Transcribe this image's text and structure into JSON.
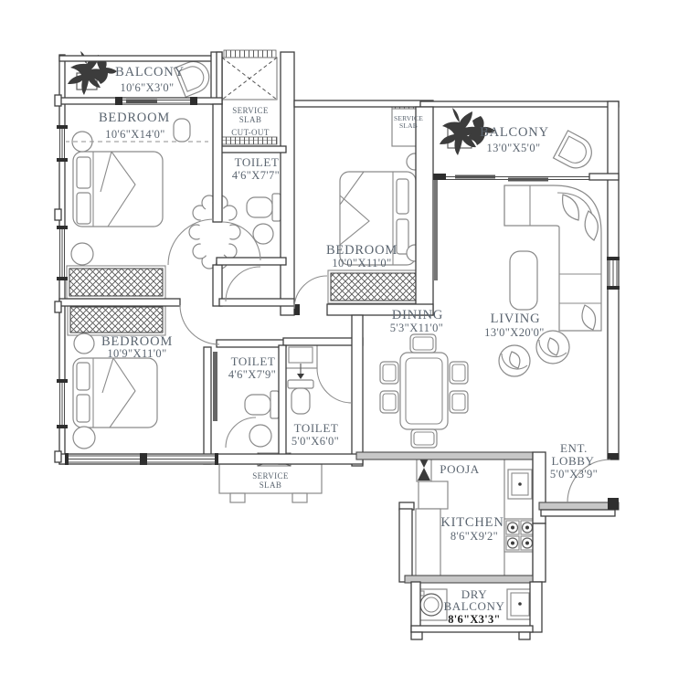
{
  "title": "apartment-floor-plan",
  "colors": {
    "wall_stroke": "#3f3f3f",
    "wall_fill_gray": "#c7c7c7",
    "furniture_stroke": "#8a8a8a",
    "label_text": "#5b6570",
    "dark_dims_text": "#1e1e1e",
    "background": "#ffffff"
  },
  "rooms": {
    "balcony_top_left": {
      "name": "BALCONY",
      "dims": "10'6\"X3'0\""
    },
    "bedroom_top_left": {
      "name": "BEDROOM",
      "dims": "10'6\"X14'0\""
    },
    "service_slab_cutout": {
      "line1": "SERVICE",
      "line2": "SLAB",
      "line3": "CUT-OUT"
    },
    "toilet_top": {
      "name": "TOILET",
      "dims": "4'6\"X7'7\""
    },
    "bedroom_middle": {
      "name": "BEDROOM",
      "dims": "10'0\"X11'0\""
    },
    "service_slab_right": {
      "line1": "SERVICE",
      "line2": "SLAB"
    },
    "balcony_right": {
      "name": "BALCONY",
      "dims": "13'0\"X5'0\""
    },
    "living": {
      "name": "LIVING",
      "dims": "13'0\"X20'0\""
    },
    "dining": {
      "name": "DINING",
      "dims": "5'3\"X11'0\""
    },
    "bedroom_bottom_left": {
      "name": "BEDROOM",
      "dims": "10'9\"X11'0\""
    },
    "toilet_middle": {
      "name": "TOILET",
      "dims": "4'6\"X7'9\""
    },
    "toilet_bottom": {
      "name": "TOILET",
      "dims": "5'0\"X6'0\""
    },
    "service_slab_bottom": {
      "line1": "SERVICE",
      "line2": "SLAB"
    },
    "pooja": {
      "name": "POOJA"
    },
    "kitchen": {
      "name": "KITCHEN",
      "dims": "8'6\"X9'2\""
    },
    "ent_lobby": {
      "line1": "ENT.",
      "line2": "LOBBY",
      "dims": "5'0\"X3'9\""
    },
    "dry_balcony": {
      "line1": "DRY",
      "line2": "BALCONY",
      "dims": "8'6\"X3'3\""
    }
  }
}
